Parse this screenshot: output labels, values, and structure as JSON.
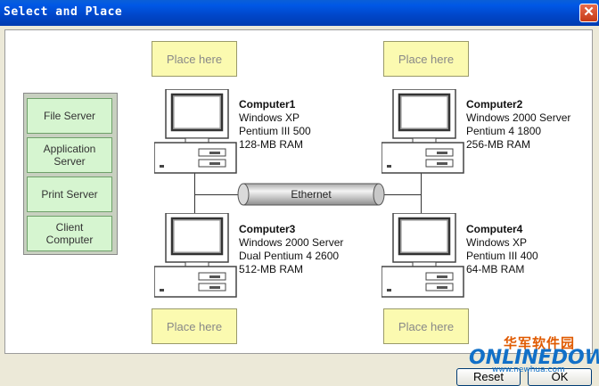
{
  "window": {
    "title": "Select and Place",
    "close_glyph": "✕"
  },
  "palette": {
    "items": [
      {
        "label": "File Server"
      },
      {
        "label": "Application Server"
      },
      {
        "label": "Print Server"
      },
      {
        "label": "Client Computer"
      }
    ]
  },
  "placeholders": {
    "text": "Place here"
  },
  "computers": [
    {
      "name": "Computer1",
      "os": "Windows XP",
      "cpu": "Pentium III 500",
      "ram": "128-MB RAM"
    },
    {
      "name": "Computer2",
      "os": "Windows 2000 Server",
      "cpu": "Pentium 4 1800",
      "ram": "256-MB RAM"
    },
    {
      "name": "Computer3",
      "os": "Windows 2000 Server",
      "cpu": "Dual Pentium 4 2600",
      "ram": "512-MB RAM"
    },
    {
      "name": "Computer4",
      "os": "Windows XP",
      "cpu": "Pentium III 400",
      "ram": "64-MB RAM"
    }
  ],
  "network": {
    "label": "Ethernet"
  },
  "buttons": {
    "reset": "Reset",
    "ok": "OK"
  },
  "watermark": {
    "cn": "华军软件园",
    "brand": "ONLINEDOWN",
    "url": "www.newhua.com"
  },
  "colors": {
    "title_bar": "#0054E3",
    "role_fill": "#D6F5D0",
    "placeholder_fill": "#FBFAB0"
  }
}
